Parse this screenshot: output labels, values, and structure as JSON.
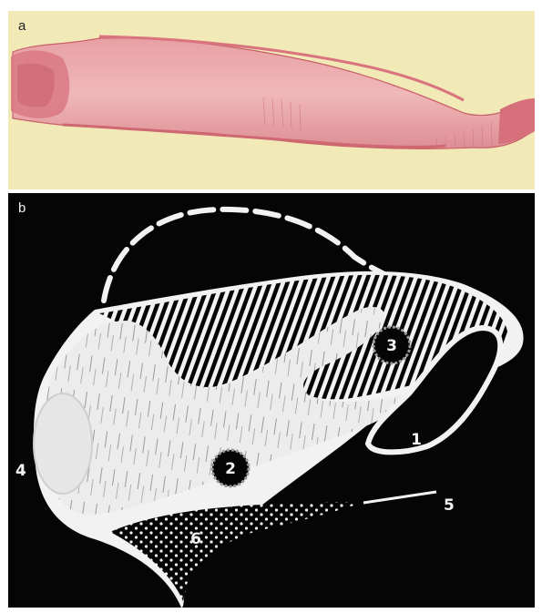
{
  "panel_a": {
    "label": "a"
  },
  "panel_b": {
    "label": "b",
    "numbers": {
      "n1": "1",
      "n2": "2",
      "n3": "3",
      "n4": "4",
      "n5": "5",
      "n6": "6"
    }
  },
  "colors": {
    "histology_background": "#f1e9b6",
    "tissue_pink": "#e08a92",
    "tissue_dark": "#c9606a",
    "diagram_background": "#050505",
    "diagram_white": "#f2f2f2"
  }
}
